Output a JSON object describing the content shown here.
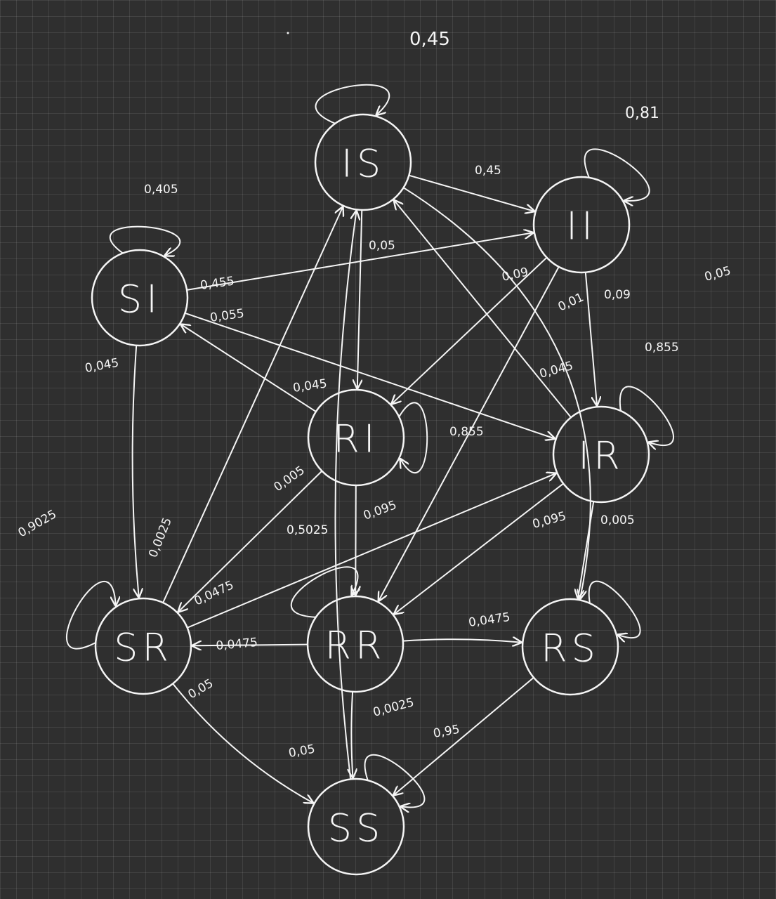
{
  "nodes": {
    "IS": "IS",
    "II": "II",
    "SI": "SI",
    "RI": "RI",
    "IR": "IR",
    "SR": "SR",
    "RR": "RR",
    "RS": "RS",
    "SS": "SS"
  },
  "self_loops": {
    "IS": "0,45",
    "II": "0,81",
    "SI": "0,405",
    "RI": "0,855",
    "IR": "0,855",
    "SR": "0,9025",
    "RR": "0,5025",
    "SS": "0,95"
  },
  "edges": [
    {
      "from": "IS",
      "to": "II",
      "label": "0,45"
    },
    {
      "from": "IS",
      "to": "RS",
      "label": "0,05"
    },
    {
      "from": "IS",
      "to": "RI",
      "label": "0,05"
    },
    {
      "from": "SI",
      "to": "II",
      "label": "0,455"
    },
    {
      "from": "SI",
      "to": "IR",
      "label": "0,055"
    },
    {
      "from": "SI",
      "to": "SR",
      "label": "0,045"
    },
    {
      "from": "RI",
      "to": "SI",
      "label": "0,045"
    },
    {
      "from": "RI",
      "to": "SR",
      "label": "0,005"
    },
    {
      "from": "RI",
      "to": "RR",
      "label": "0,095"
    },
    {
      "from": "II",
      "to": "RI",
      "label": "0,09"
    },
    {
      "from": "II",
      "to": "RR",
      "label": "0,01"
    },
    {
      "from": "II",
      "to": "IR",
      "label": "0,09"
    },
    {
      "from": "IR",
      "to": "IS",
      "label": "0,045"
    },
    {
      "from": "IR",
      "to": "RR",
      "label": "0,095"
    },
    {
      "from": "IR",
      "to": "RS",
      "label": "0,005"
    },
    {
      "from": "SR",
      "to": "IS",
      "label": "0,0025"
    },
    {
      "from": "SR",
      "to": "IR",
      "label": "0,0475"
    },
    {
      "from": "SR",
      "to": "SS",
      "label": "0,05"
    },
    {
      "from": "RR",
      "to": "SR",
      "label": "0,0475"
    },
    {
      "from": "RR",
      "to": "RS",
      "label": "0,0475"
    },
    {
      "from": "RR",
      "to": "SS",
      "label": "0,0025"
    },
    {
      "from": "SS",
      "to": "IS",
      "label": "0,05"
    },
    {
      "from": "RS",
      "to": "SS",
      "label": ""
    }
  ],
  "colors": {
    "background": "#2f2f2f",
    "stroke": "#f5f5f5"
  }
}
